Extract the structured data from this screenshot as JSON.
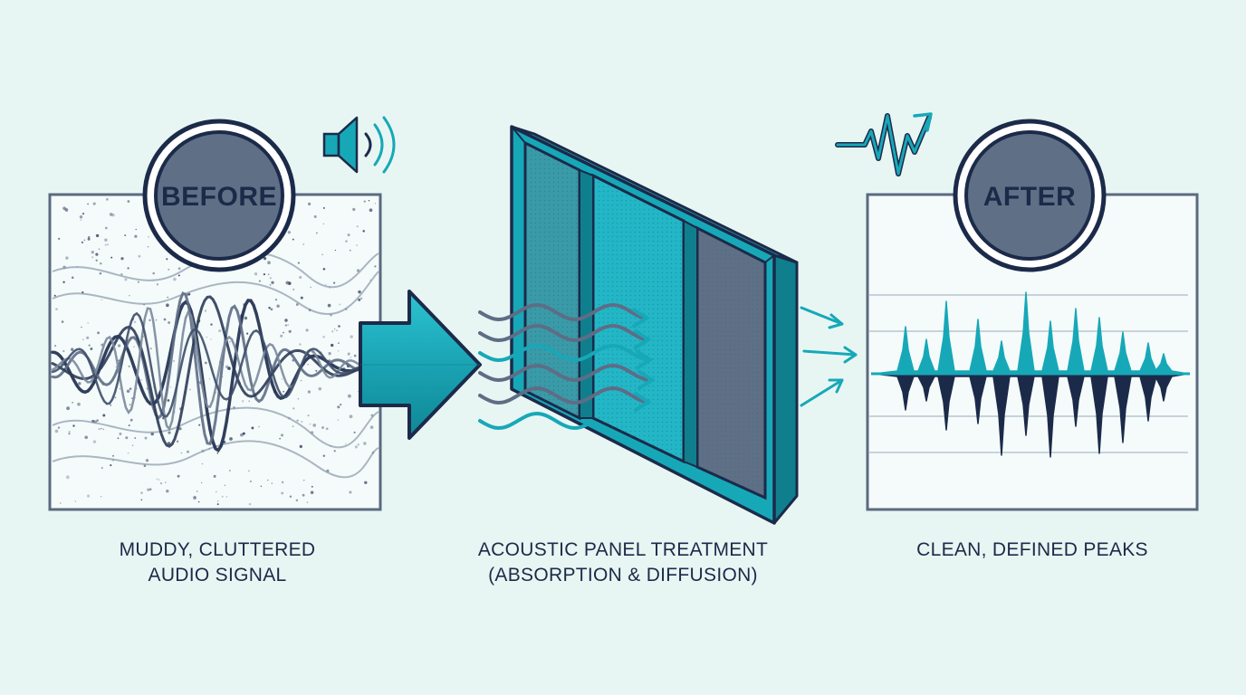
{
  "before": {
    "badge": "BEFORE",
    "caption_line1": "MUDDY, CLUTTERED",
    "caption_line2": "AUDIO SIGNAL",
    "icon": "speaker-icon"
  },
  "panel": {
    "caption_line1": "ACOUSTIC PANEL TREATMENT",
    "caption_line2": "(ABSORPTION & DIFFUSION)"
  },
  "after": {
    "badge": "AFTER",
    "caption_line1": "CLEAN, DEFINED PEAKS",
    "icon": "waveform-trend-icon"
  },
  "colors": {
    "background": "#e8f6f3",
    "navy": "#1c2a4a",
    "teal": "#17a8b8",
    "slate": "#5e6d85",
    "badge_fill": "#5f6f86"
  }
}
